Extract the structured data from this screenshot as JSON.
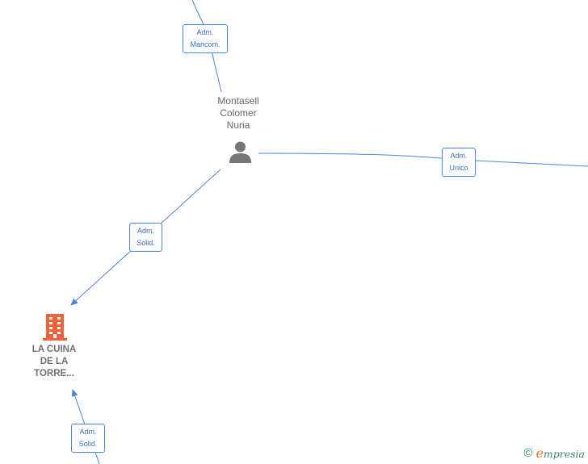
{
  "person": {
    "name_lines": [
      "Montasell",
      "Colomer",
      "Nuria"
    ],
    "icon": "person-icon",
    "color": "#777777"
  },
  "company": {
    "name_lines": [
      "LA CUINA",
      "DE LA",
      "TORRE..."
    ],
    "icon": "building-icon",
    "color": "#f0633a"
  },
  "edges": [
    {
      "id": "top",
      "label_lines": [
        "Adm.",
        "Mancom."
      ]
    },
    {
      "id": "right",
      "label_lines": [
        "Adm.",
        "Unico"
      ]
    },
    {
      "id": "person-to-company",
      "label_lines": [
        "Adm.",
        "Solid."
      ]
    },
    {
      "id": "bottom",
      "label_lines": [
        "Adm.",
        "Solid."
      ]
    }
  ],
  "edge_color": "#4a86d8",
  "brand": {
    "copyright": "©",
    "initial": "e",
    "rest": "mpresia"
  }
}
